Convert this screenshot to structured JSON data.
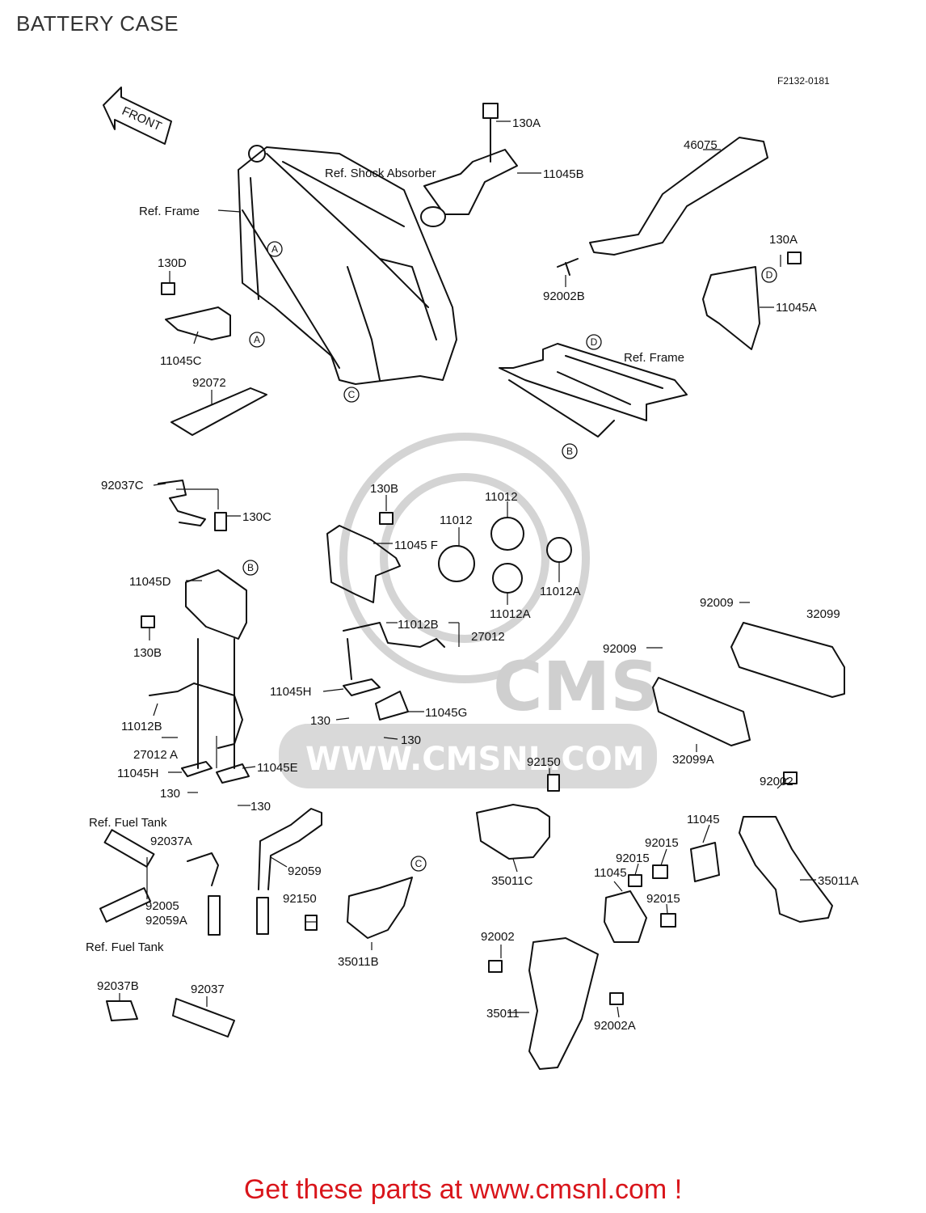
{
  "header": {
    "title": "BATTERY CASE",
    "figure_code": "F2132-0181"
  },
  "front_arrow": {
    "label": "FRONT",
    "icon": "front-arrow-icon"
  },
  "watermark": {
    "brand": "CMS",
    "url": "WWW.CMSNL.COM"
  },
  "footer": {
    "text": "Get these parts at www.cmsnl.com !",
    "color": "#d9151b"
  },
  "ref_markers": [
    "A",
    "B",
    "C",
    "D"
  ],
  "labels": {
    "ref_shock_absorber": "Ref. Shock Absorber",
    "ref_frame_1": "Ref. Frame",
    "ref_frame_2": "Ref. Frame",
    "ref_fuel_tank_1": "Ref. Fuel Tank",
    "ref_fuel_tank_2": "Ref. Fuel Tank",
    "p130A_top": "130A",
    "p11045B": "11045B",
    "p46075": "46075",
    "p130A_right": "130A",
    "p92002B": "92002B",
    "p11045A": "11045A",
    "p130D": "130D",
    "p11045C": "11045C",
    "p92072": "92072",
    "p92037C": "92037C",
    "p130C": "130C",
    "p130B_top": "130B",
    "p11045F": "11045 F",
    "p11012_a": "11012",
    "p11012_b": "11012",
    "p11012A_a": "11012A",
    "p11012A_b": "11012A",
    "p11045D": "11045D",
    "p130B_left": "130B",
    "p11012B_mid": "11012B",
    "p27012": "27012",
    "p92009_a": "92009",
    "p32099": "32099",
    "p92009_b": "92009",
    "p11045H_mid": "11045H",
    "p130_mid_a": "130",
    "p11045G": "11045G",
    "p130_mid_b": "130",
    "p32099A": "32099A",
    "p11012B_left": "11012B",
    "p27012A": "27012 A",
    "p11045H_left": "11045H",
    "p11045E": "11045E",
    "p130_left_a": "130",
    "p130_left_b": "130",
    "p92150_top": "92150",
    "p92002_right": "92002",
    "p11045_a": "11045",
    "p92015_a": "92015",
    "p92015_b": "92015",
    "p11045_b": "11045",
    "p35011A": "35011A",
    "p35011C": "35011C",
    "p92015_c": "92015",
    "p92037A": "92037A",
    "p92059": "92059",
    "p92005": "92005",
    "p92059A": "92059A",
    "p92150_left": "92150",
    "p35011B": "35011B",
    "p92002_left": "92002",
    "p92037B": "92037B",
    "p92037": "92037",
    "p35011": "35011",
    "p92002A": "92002A"
  }
}
